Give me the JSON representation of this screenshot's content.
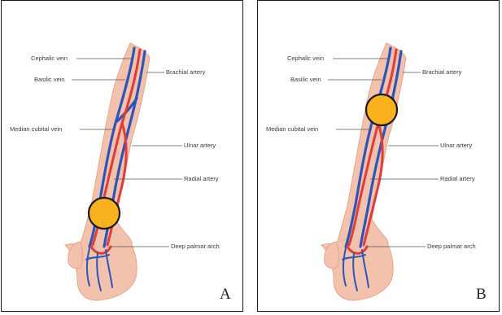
{
  "figure": {
    "labels": {
      "cephalic_vein": "Cephalic vein",
      "basilic_vein": "Basilic vein",
      "brachial_artery": "Brachial artery",
      "median_cubital_vein": "Median cubital vein",
      "ulnar_artery": "Ulnar artery",
      "radial_artery": "Radial artery",
      "deep_palmar_arch": "Deep palmar arch"
    },
    "panels": [
      {
        "letter": "A",
        "marker_site": "wrist"
      },
      {
        "letter": "B",
        "marker_site": "elbow"
      }
    ],
    "colors": {
      "skin": "#f3c2ad",
      "skin_dark": "#e8a48c",
      "artery": "#e03c3c",
      "vein": "#2b55b8",
      "marker_fill": "#f9b21d",
      "marker_stroke": "#1a1a1a",
      "frame": "#1a1a1a",
      "leader_line": "#555555"
    }
  }
}
